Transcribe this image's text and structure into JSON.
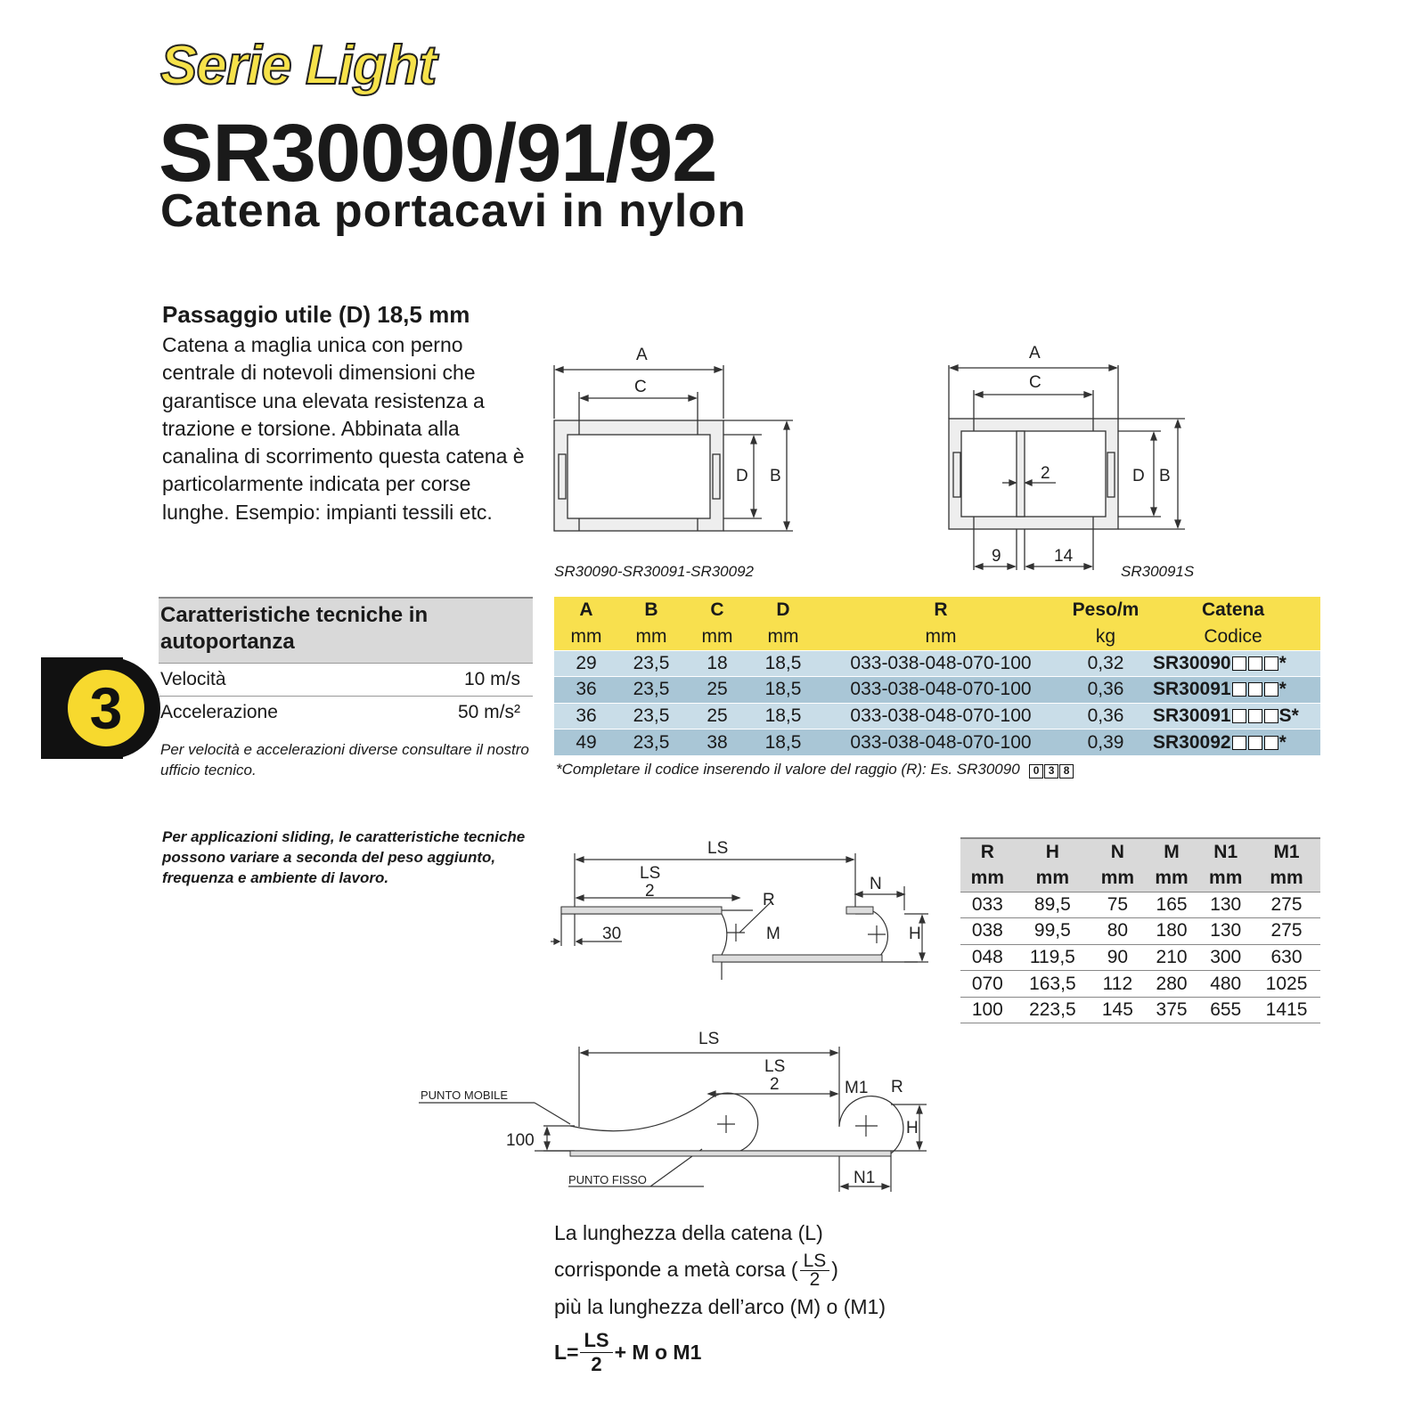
{
  "header": {
    "series": "Serie Light",
    "model": "SR30090/91/92",
    "subtitle": "Catena portacavi in nylon"
  },
  "chapter": "3",
  "intro": {
    "heading": "Passaggio utile (D) 18,5 mm",
    "body": "Catena a maglia unica con perno centrale di notevoli dimensioni che garantisce una elevata resistenza a trazione e torsione. Abbinata alla canalina di scorrimento questa catena è particolarmente indicata per corse lunghe. Esempio: impianti tessili etc."
  },
  "specs": {
    "heading": "Caratteristiche tecniche in autoportanza",
    "rows": [
      {
        "label": "Velocità",
        "value": "10 m/s"
      },
      {
        "label": "Accelerazione",
        "value": "50 m/s²"
      }
    ],
    "note": "Per velocità e accelerazioni diverse consultare il nostro ufficio tecnico."
  },
  "sliding_note": "Per applicazioni sliding, le caratteristiche tecniche possono variare a seconda del peso aggiunto, frequenza e ambiente di lavoro.",
  "diagram_left": {
    "labels": {
      "a": "A",
      "c": "C",
      "d": "D",
      "b": "B"
    },
    "caption": "SR30090-SR30091-SR30092"
  },
  "diagram_right": {
    "labels": {
      "a": "A",
      "c": "C",
      "d": "D",
      "b": "B",
      "gap": "2",
      "dim1": "9",
      "dim2": "14"
    },
    "caption": "SR30091S"
  },
  "data_table": {
    "headers": [
      "A",
      "B",
      "C",
      "D",
      "R",
      "Peso/m",
      "Catena"
    ],
    "units": [
      "mm",
      "mm",
      "mm",
      "mm",
      "mm",
      "kg",
      "Codice"
    ],
    "rows": [
      {
        "a": "29",
        "b": "23,5",
        "c": "18",
        "d": "18,5",
        "r": "033-038-048-070-100",
        "peso": "0,32",
        "code": "SR30090",
        "suffix": "*"
      },
      {
        "a": "36",
        "b": "23,5",
        "c": "25",
        "d": "18,5",
        "r": "033-038-048-070-100",
        "peso": "0,36",
        "code": "SR30091",
        "suffix": "*"
      },
      {
        "a": "36",
        "b": "23,5",
        "c": "25",
        "d": "18,5",
        "r": "033-038-048-070-100",
        "peso": "0,36",
        "code": "SR30091",
        "suffix": "S*"
      },
      {
        "a": "49",
        "b": "23,5",
        "c": "38",
        "d": "18,5",
        "r": "033-038-048-070-100",
        "peso": "0,39",
        "code": "SR30092",
        "suffix": "*"
      }
    ],
    "note": "*Completare il codice inserendo il valore del raggio (R): Es. SR30090",
    "example_digits": [
      "0",
      "3",
      "8"
    ]
  },
  "radius_table": {
    "headers": [
      "R",
      "H",
      "N",
      "M",
      "N1",
      "M1"
    ],
    "units": [
      "mm",
      "mm",
      "mm",
      "mm",
      "mm",
      "mm"
    ],
    "rows": [
      [
        "033",
        "89,5",
        "75",
        "165",
        "130",
        "275"
      ],
      [
        "038",
        "99,5",
        "80",
        "180",
        "130",
        "275"
      ],
      [
        "048",
        "119,5",
        "90",
        "210",
        "300",
        "630"
      ],
      [
        "070",
        "163,5",
        "112",
        "280",
        "480",
        "1025"
      ],
      [
        "100",
        "223,5",
        "145",
        "375",
        "655",
        "1415"
      ]
    ]
  },
  "diagram_middle": {
    "labels": {
      "ls": "LS",
      "ls_num": "LS",
      "ls_den": "2",
      "n": "N",
      "r": "R",
      "m": "M",
      "h": "H",
      "d30": "30"
    }
  },
  "diagram_bottom": {
    "labels": {
      "ls": "LS",
      "ls_num": "LS",
      "ls_den": "2",
      "m1": "M1",
      "r": "R",
      "h": "H",
      "n1": "N1",
      "d100": "100",
      "punto_mobile": "PUNTO MOBILE",
      "punto_fisso": "PUNTO FISSO"
    }
  },
  "formula": {
    "line1": "La lunghezza della catena (L)",
    "line2_pre": "corrisponde a metà corsa (",
    "frac_num": "LS",
    "frac_den": "2",
    "line2_post": ")",
    "line3": "più la lunghezza dell’arco (M) o (M1)",
    "final_pre": "L=",
    "final_num": "LS",
    "final_den": "2",
    "final_post": "+ M o M1"
  }
}
